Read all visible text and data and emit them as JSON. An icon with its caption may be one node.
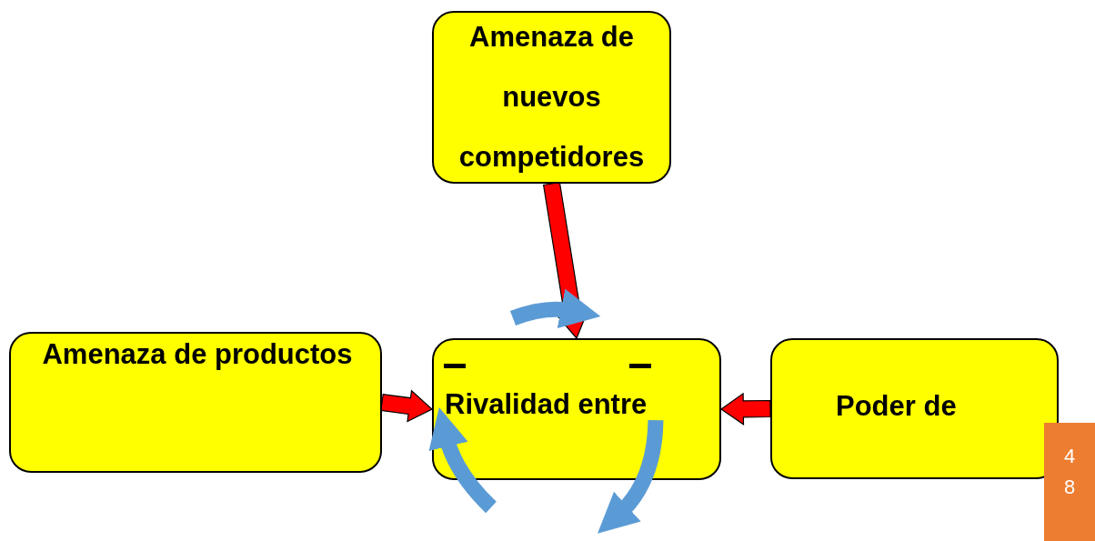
{
  "diagram": {
    "nodes": [
      {
        "text": [
          "Amenaza de nuevos competidores"
        ]
      },
      {
        "text": [
          "Amenaza de productos"
        ]
      },
      {
        "text": [
          "Rivalidad entre"
        ]
      },
      {
        "text": [
          "Poder de"
        ]
      }
    ],
    "edges": [
      {
        "from": 0,
        "to": 2,
        "arrow": "to"
      },
      {
        "from": 1,
        "to": 2,
        "arrow": "to"
      },
      {
        "from": 3,
        "to": 2,
        "arrow": "to"
      }
    ],
    "labels": [
      "4 8"
    ]
  }
}
